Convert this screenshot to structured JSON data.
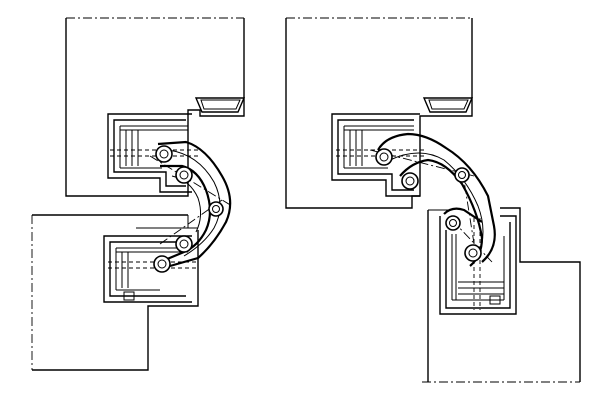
{
  "figure": {
    "panels": [
      {
        "id": "closed",
        "state": "hinge closed (parts aligned)"
      },
      {
        "id": "open",
        "state": "hinge open (lower part rotated)"
      }
    ]
  },
  "colors": {
    "line": "#000000",
    "background": "#ffffff"
  }
}
